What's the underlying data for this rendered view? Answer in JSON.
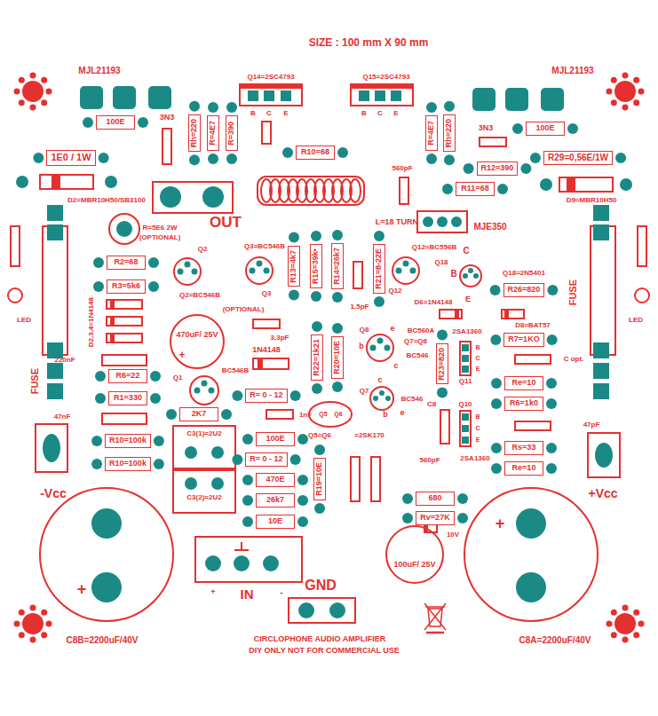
{
  "diagram": {
    "title": "SIZE : 100 mm X 90 mm",
    "nodes": [
      {
        "text": [
          "100E"
        ]
      },
      {
        "text": [
          "Rh=220"
        ]
      },
      {
        "text": [
          "R=4E7"
        ]
      },
      {
        "text": [
          "R=390"
        ]
      },
      {
        "text": [
          "R=4E7"
        ]
      },
      {
        "text": [
          "Rh=220"
        ]
      },
      {
        "text": [
          "100E"
        ]
      },
      {
        "text": [
          "1E0 / 1W"
        ]
      },
      {
        "text": [
          "R10=68"
        ]
      },
      {
        "text": [
          "R29=0,56E/1W"
        ]
      },
      {
        "text": [
          "R12=390"
        ]
      },
      {
        "text": [
          "R11=68"
        ]
      },
      {
        "text": [
          "R2=68"
        ]
      },
      {
        "text": [
          "R13=4k7"
        ]
      },
      {
        "text": [
          "R15=39k•"
        ]
      },
      {
        "text": [
          "R14=26k7"
        ]
      },
      {
        "text": [
          "R21=8-22E"
        ]
      },
      {
        "text": [
          "R3=5k6"
        ]
      },
      {
        "text": [
          "R26=820"
        ]
      },
      {
        "text": [
          "R7=1KO"
        ]
      },
      {
        "text": [
          "R22=1k21"
        ]
      },
      {
        "text": [
          "R20=10E"
        ]
      },
      {
        "text": [
          "R23=820"
        ]
      },
      {
        "text": [
          "R6=22"
        ]
      },
      {
        "text": [
          "Re=10"
        ]
      },
      {
        "text": [
          "R= 0 - 12"
        ]
      },
      {
        "text": [
          "R1=330"
        ]
      },
      {
        "text": [
          "R6=1k0"
        ]
      },
      {
        "text": [
          "2K7"
        ]
      },
      {
        "text": [
          "100E"
        ]
      },
      {
        "text": [
          "R10=100k"
        ]
      },
      {
        "text": [
          "Rs=33"
        ]
      },
      {
        "text": [
          "R= 0 - 12"
        ]
      },
      {
        "text": [
          "R10=100k"
        ]
      },
      {
        "text": [
          "Re=10"
        ]
      },
      {
        "text": [
          "470E"
        ]
      },
      {
        "text": [
          "R19=10E"
        ]
      },
      {
        "text": [
          "680"
        ]
      },
      {
        "text": [
          "26k7"
        ]
      },
      {
        "text": [
          "Rv=27K"
        ]
      },
      {
        "text": [
          "10E"
        ]
      }
    ],
    "labels": [
      "MJL21193",
      "Q14=2SC4793",
      "Q15=2SC4793",
      "MJL21193",
      "B",
      "C",
      "E",
      "B",
      "C",
      "E",
      "3N3",
      "3N3",
      "560pF",
      "D2=MBR10H50/SB3100",
      "D9=MBR10H50",
      "OUT",
      "MJE350",
      "R=5E6 2W",
      "(OPTIONAL)",
      "L=18 TURN",
      "Q2",
      "Q3=BC546B",
      "Q12=BC556B",
      "C",
      "Q18",
      "Q18=2N5401",
      "B",
      "Q2=BC546B",
      "Q3",
      "Q12",
      "E",
      "D6=1N4148",
      "1,5pF",
      "(OPTIONAL)",
      "LED",
      "D2,3,4=1N4148",
      "LED",
      "FUSE",
      "D8=BAT57",
      "Q8",
      "e",
      "BC560A",
      "2SA1360",
      "470uF/ 25V",
      "3,3pF",
      "Q7=Q8",
      "b",
      "1N4148",
      "+",
      "BC546",
      "Q11",
      "C opt.",
      "220nF",
      "c",
      "BC546B",
      "Q1",
      "FUSE",
      "c",
      "Q7",
      "BC546",
      "C8",
      "Q10",
      "e",
      "b",
      "1nF",
      "47nF",
      "Q5",
      "Q6",
      "47pF",
      "C3(1)=2U2",
      "Q5=Q6",
      "=2SK170",
      "2SA1360",
      "560pF",
      "-Vcc",
      "+Vcc",
      "C3(2)=2U2",
      "+",
      "10V",
      "100uF/ 25V",
      "+",
      "IN",
      "-",
      "GND",
      "+",
      "C8B=2200uF/40V",
      "CIRCLOPHONE AUDIO AMPLIFIER",
      "C8A=2200uF/40V",
      "DIY ONLY NOT FOR COMMERCIAL USE",
      "B",
      "C",
      "E",
      "B",
      "C",
      "E"
    ]
  }
}
